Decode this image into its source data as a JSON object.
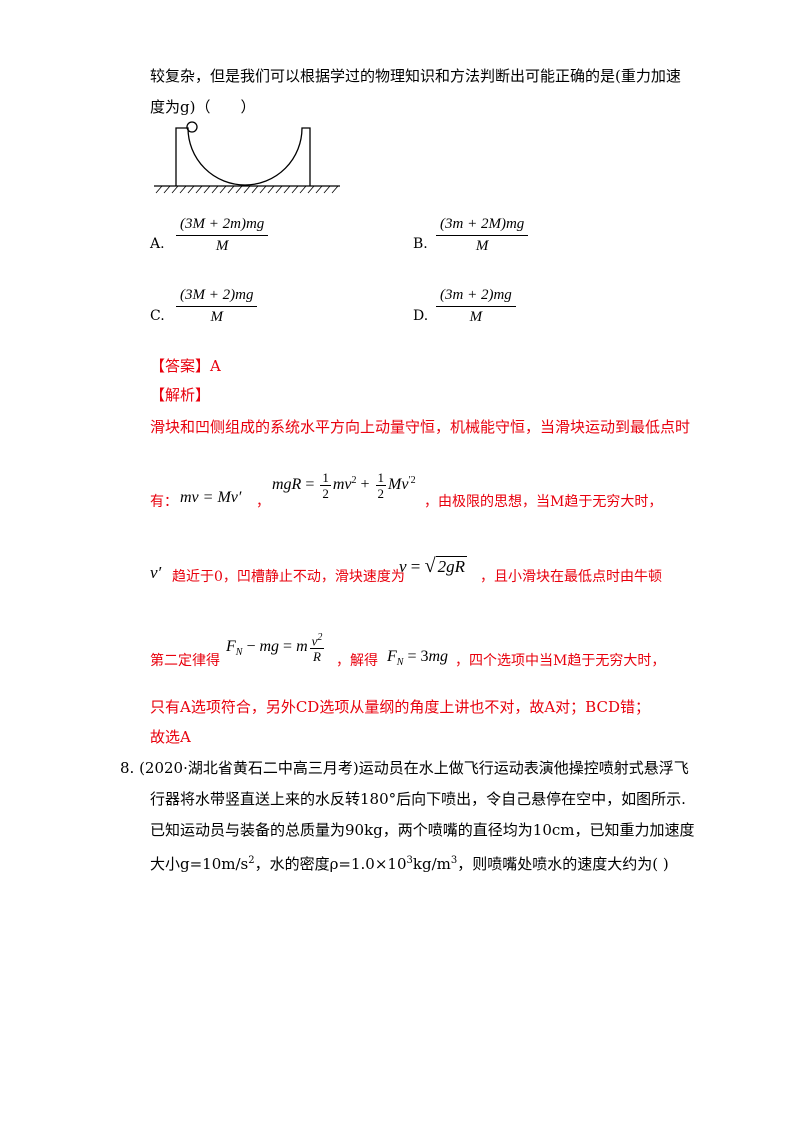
{
  "question_intro": {
    "line1": "较复杂，但是我们可以根据学过的物理知识和方法判断出可能正确的是(重力加速",
    "line2": "度为g)（　　）"
  },
  "options": [
    {
      "label": "A.",
      "num": "(3M + 2m)mg",
      "den": "M"
    },
    {
      "label": "B.",
      "num": "(3m + 2M)mg",
      "den": "M"
    },
    {
      "label": "C.",
      "num": "(3M + 2)mg",
      "den": "M"
    },
    {
      "label": "D.",
      "num": "(3m + 2)mg",
      "den": "M"
    }
  ],
  "answer": {
    "label": "【答案】A",
    "analysis_label": "【解析】",
    "line1": "滑块和凹侧组成的系统水平方向上动量守恒，机械能守恒，当滑块运动到最低点时",
    "line2_a": "有：",
    "line2_eq1": "mv = Mv′",
    "line2_b": "，",
    "line2_c": "，由极限的思想，当M趋于无穷大时，",
    "line3_a": "趋近于0，凹槽静止不动，滑块速度为",
    "line3_b": "，且小滑块在最低点时由牛顿",
    "line4_a": "第二定律得",
    "line4_b": "，解得",
    "line4_c": "，四个选项中当M趋于无穷大时，",
    "line5": "只有A选项符合，另外CD选项从量纲的角度上讲也不对，故A对；BCD错；",
    "line6": "故选A"
  },
  "q8": {
    "line1": "8.  (2020·湖北省黄石二中高三月考)运动员在水上做飞行运动表演他操控喷射式悬浮飞",
    "line2": "行器将水带竖直送上来的水反转180°后向下喷出，令自己悬停在空中，如图所示.",
    "line3": "已知运动员与装备的总质量为90kg，两个喷嘴的直径均为10cm，已知重力加速度",
    "line4_a": "大小g=10m/s",
    "line4_b": "，水的密度ρ=1.0×10",
    "line4_c": "kg/m",
    "line4_d": "，则喷嘴处喷水的速度大约为(   )"
  }
}
